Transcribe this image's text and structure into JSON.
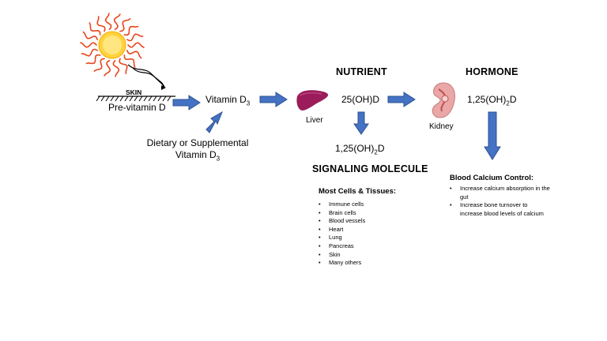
{
  "pathway": {
    "skin_label": "SKIN",
    "pre_vitamin_d": "Pre-vitamin D",
    "vitamin_d3_main": "Vitamin D",
    "vitamin_d3_sub": "3",
    "dietary_line1": "Dietary or Supplemental",
    "dietary_line2_main": "Vitamin D",
    "dietary_line2_sub": "3",
    "liver_label": "Liver",
    "kidney_label": "Kidney",
    "nutrient_heading": "NUTRIENT",
    "hormone_heading": "HORMONE",
    "metabolite_25ohd": "25(OH)D",
    "calcitriol_a": "1,25(OH)",
    "calcitriol_sub": "2",
    "calcitriol_b": "D",
    "signaling_heading": "SIGNALING MOLECULE"
  },
  "most_cells": {
    "title": "Most Cells & Tissues:",
    "items": [
      "Immune cells",
      "Brain cells",
      "Blood vessels",
      "Heart",
      "Lung",
      "Pancreas",
      "Skin",
      "Many others"
    ]
  },
  "blood_calcium": {
    "title": "Blood Calcium Control:",
    "items": [
      "Increase calcium absorption in the gut",
      "Increase bone turnover to increase blood levels of calcium"
    ]
  },
  "colors": {
    "arrow_blue": "#4472c4",
    "arrow_outline": "#2f528f",
    "sun_core": "#ffd33d",
    "sun_ray": "#e8461f",
    "liver": "#9b1c5a",
    "kidney": "#e9a7a7"
  },
  "icons": [
    "sun-icon",
    "liver-icon",
    "kidney-icon"
  ]
}
